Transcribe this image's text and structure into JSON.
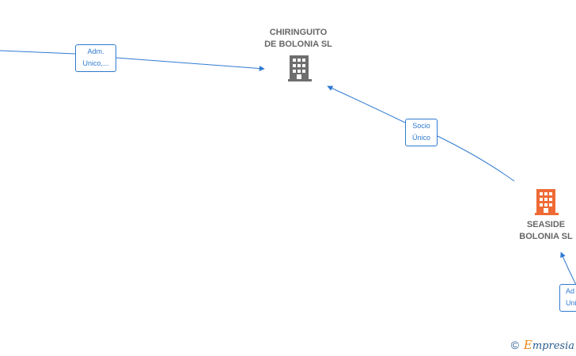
{
  "nodes": {
    "chiringuito": {
      "line1": "CHIRINGUITO",
      "line2": "DE BOLONIA  SL",
      "icon": "building-icon",
      "color": "#6e6e6e"
    },
    "seaside": {
      "line1": "SEASIDE",
      "line2": "BOLONIA  SL",
      "icon": "building-icon",
      "color": "#ef6a35"
    }
  },
  "edges": {
    "adm_left": {
      "line1": "Adm.",
      "line2": "Unico,..."
    },
    "socio": {
      "line1": "Socio",
      "line2": "Único"
    },
    "adm_right": {
      "line1": "Ad",
      "line2": "Uni"
    }
  },
  "colors": {
    "edge": "#2f7ad1",
    "text": "#666666"
  },
  "watermark": {
    "copyright": "©",
    "brand_initial": "E",
    "brand_rest": "mpresia"
  }
}
